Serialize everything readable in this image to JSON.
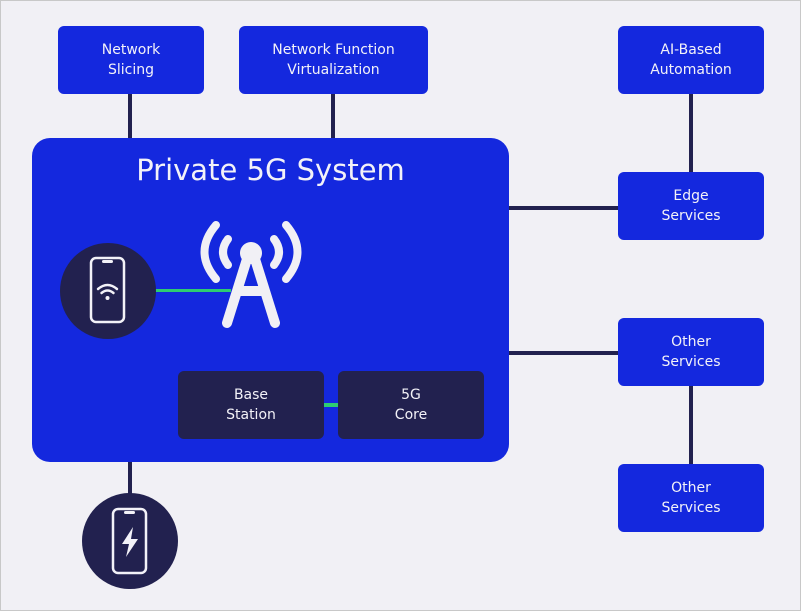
{
  "main_system": {
    "title": "Private 5G System"
  },
  "top_nodes": [
    {
      "line1": "Network",
      "line2": "Slicing"
    },
    {
      "line1": "Network Function",
      "line2": "Virtualization"
    }
  ],
  "right_nodes": [
    {
      "line1": "AI-Based",
      "line2": "Automation"
    },
    {
      "line1": "Edge",
      "line2": "Services"
    },
    {
      "line1": "Other",
      "line2": "Services"
    },
    {
      "line1": "Other",
      "line2": "Services"
    }
  ],
  "internal_nodes": [
    {
      "line1": "Base",
      "line2": "Station"
    },
    {
      "line1": "5G",
      "line2": "Core"
    }
  ],
  "icons": {
    "device_wifi": "smartphone-wifi-icon",
    "device_charging": "smartphone-charging-icon",
    "tower": "radio-tower-icon"
  },
  "colors": {
    "primary": "#1428de",
    "dark": "#22214f",
    "link": "#2ecc71",
    "background": "#f1f0f5"
  }
}
